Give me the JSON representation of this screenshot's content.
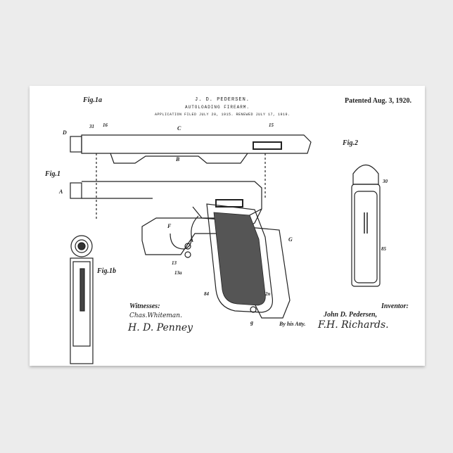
{
  "header": {
    "inventor_name": "J. D. PEDERSEN.",
    "title": "AUTOLOADING FIREARM.",
    "application": "APPLICATION FILED JULY 20, 1915. RENEWED JULY 17, 1919.",
    "patented": "Patented Aug. 3, 1920."
  },
  "figures": [
    "Fig.1a",
    "Fig.1",
    "Fig.1b",
    "Fig.2"
  ],
  "labels": {
    "D": "D",
    "C": "C",
    "B": "B",
    "A": "A",
    "F": "F",
    "G": "G",
    "g": "g",
    "n31": "31",
    "n16": "16",
    "n15": "15",
    "n13": "13",
    "n13a": "13a",
    "n84": "84",
    "n2n": "2n",
    "n30": "30",
    "n85": "85"
  },
  "footer": {
    "witnesses": "Witnesses:",
    "witness_sig1": "Chas.Whiteman.",
    "witness_sig2": "H. D. Penney",
    "inventor_label": "Inventor:",
    "inventor_full": "John D. Pedersen,",
    "attorney": "By his Atty.",
    "attorney_sig": "F.H. Richards."
  },
  "colors": {
    "background": "#ececec",
    "paper": "#ffffff",
    "ink": "#222222"
  }
}
